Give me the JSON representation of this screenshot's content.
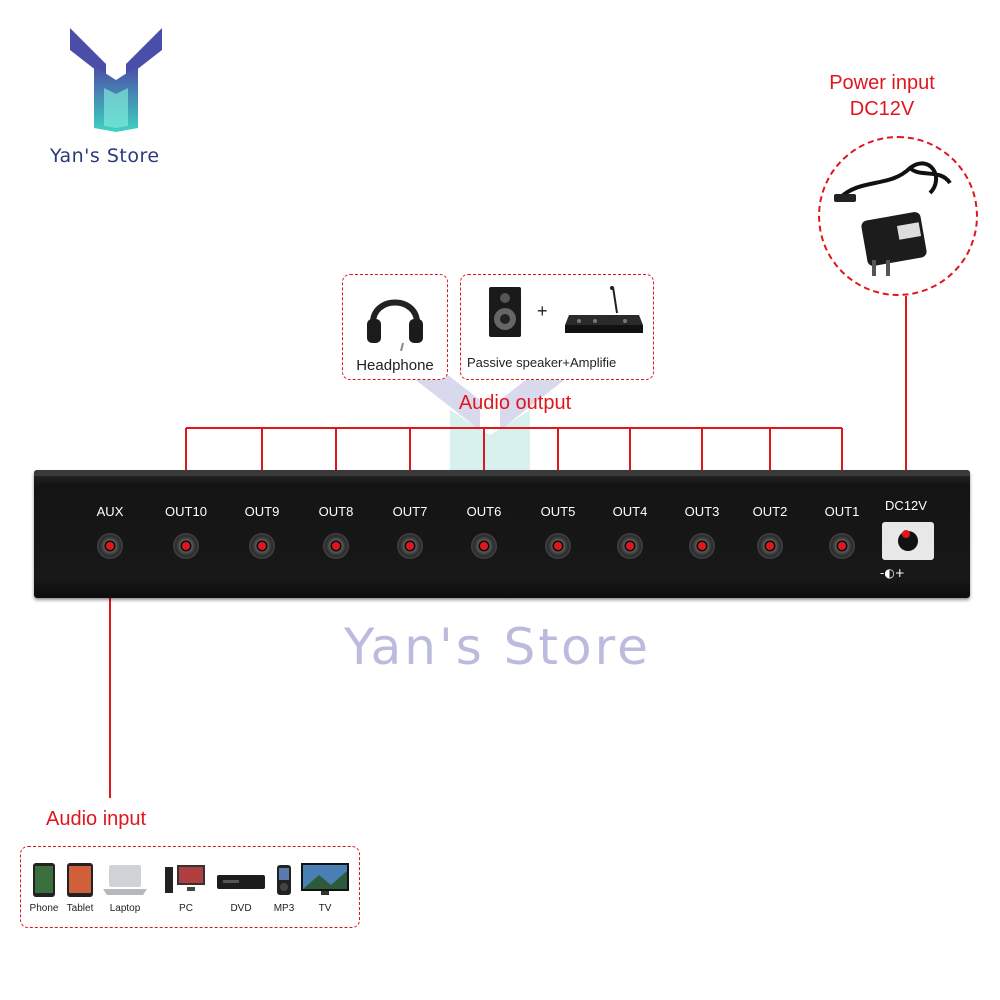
{
  "brand": {
    "store_name": "Yan's Store",
    "watermark": "Yan's Store",
    "logo_colors": [
      "#4b4ea8",
      "#3fd3c0"
    ]
  },
  "labels": {
    "power_input_line1": "Power input",
    "power_input_line2": "DC12V",
    "audio_output": "Audio output",
    "audio_input": "Audio input"
  },
  "output_devices": {
    "headphone": "Headphone",
    "speaker_amp": "Passive speaker+Amplifie",
    "plus": "+"
  },
  "device": {
    "aux_label": "AUX",
    "outputs": [
      "OUT10",
      "OUT9",
      "OUT8",
      "OUT7",
      "OUT6",
      "OUT5",
      "OUT4",
      "OUT3",
      "OUT2",
      "OUT1"
    ],
    "dc_label": "DC12V",
    "polarity": "-◐+"
  },
  "input_devices": [
    "Phone",
    "Tablet",
    "Laptop",
    "PC",
    "DVD",
    "MP3",
    "TV"
  ],
  "colors": {
    "accent_red": "#e0161e",
    "device_body": "#161616"
  }
}
